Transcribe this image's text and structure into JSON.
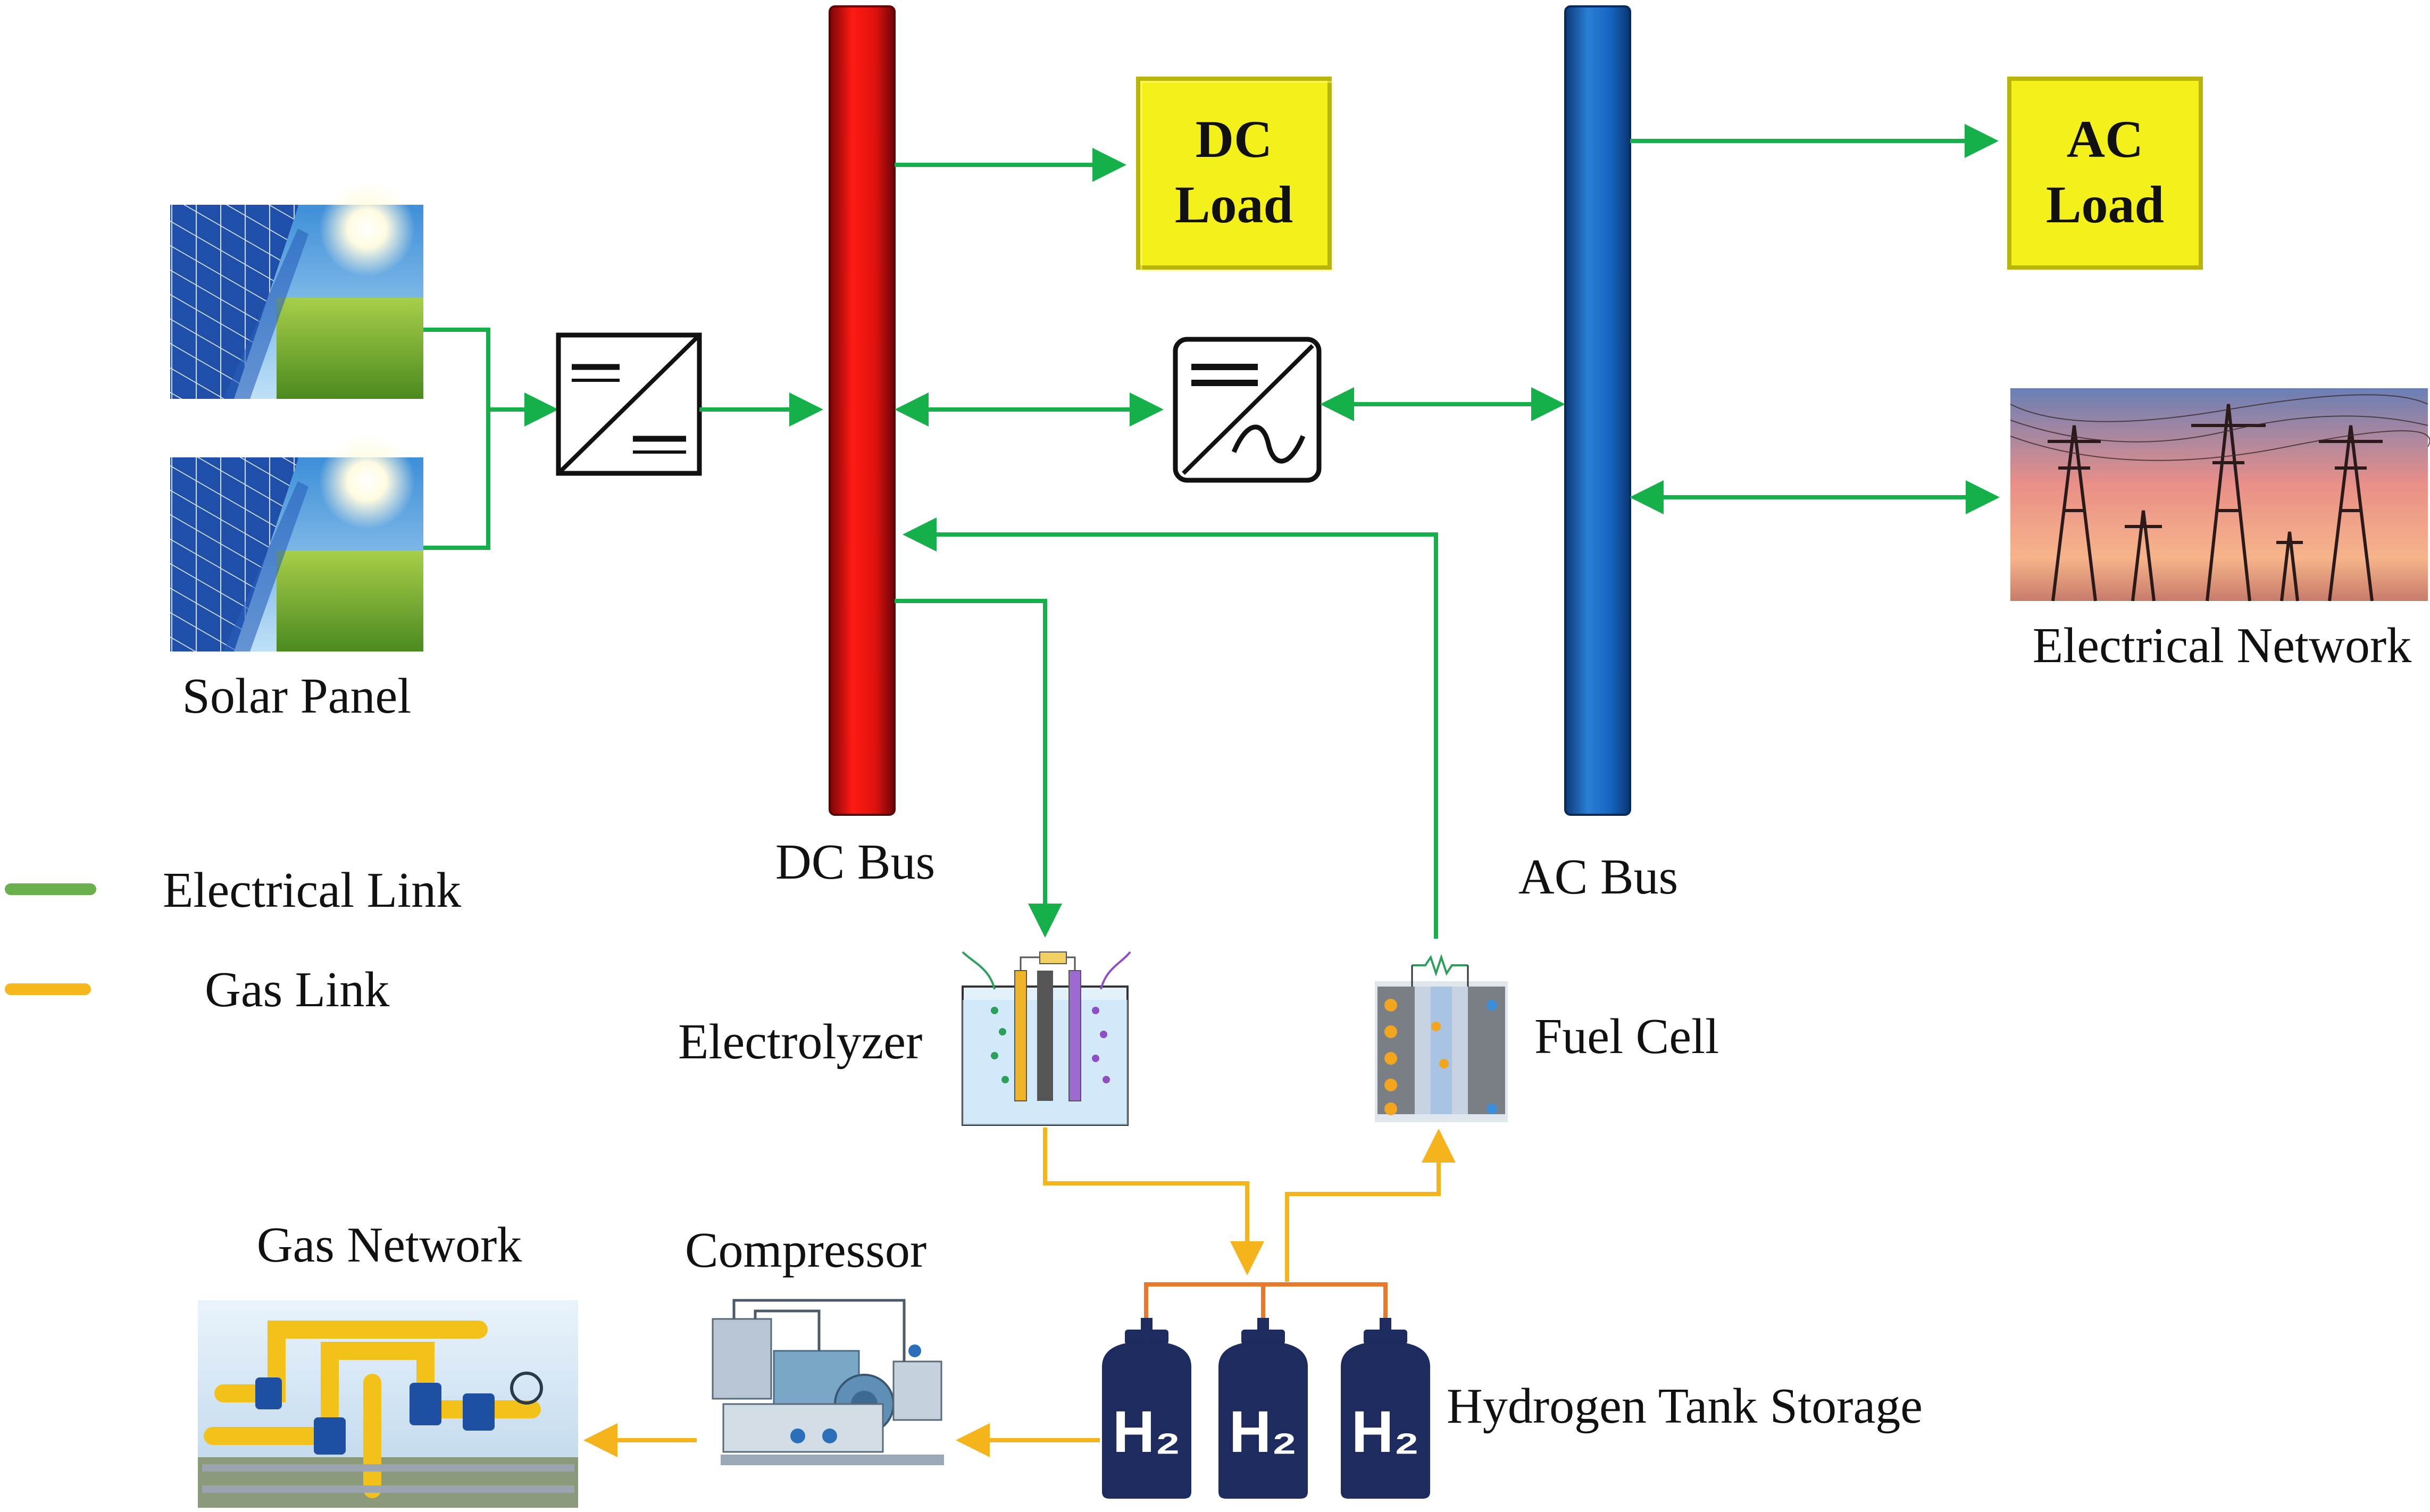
{
  "labels": {
    "solar_panel": "Solar Panel",
    "dc_bus": "DC Bus",
    "ac_bus": "AC Bus",
    "dc_load_line1": "DC",
    "dc_load_line2": "Load",
    "ac_load_line1": "AC",
    "ac_load_line2": "Load",
    "electrical_network": "Electrical Network",
    "electrolyzer": "Electrolyzer",
    "fuel_cell": "Fuel Cell",
    "gas_network": "Gas Network",
    "compressor": "Compressor",
    "hydrogen_tank_storage": "Hydrogen Tank Storage",
    "h2": "H₂"
  },
  "legend": [
    {
      "label": "Electrical Link",
      "color": "#6ab04c"
    },
    {
      "label": "Gas Link",
      "color": "#f5b71c"
    }
  ],
  "colors": {
    "electrical_link": "#16b04a",
    "gas_link": "#f5b31c",
    "dc_bus": "#e0120f",
    "ac_bus": "#1565c0",
    "load_box": "#f4f01a",
    "tank": "#1e2b5e",
    "manifold": "#e8792a"
  },
  "icons": {
    "dc_dc_converter": "dc-dc-converter-icon",
    "inverter": "dc-ac-inverter-icon"
  }
}
